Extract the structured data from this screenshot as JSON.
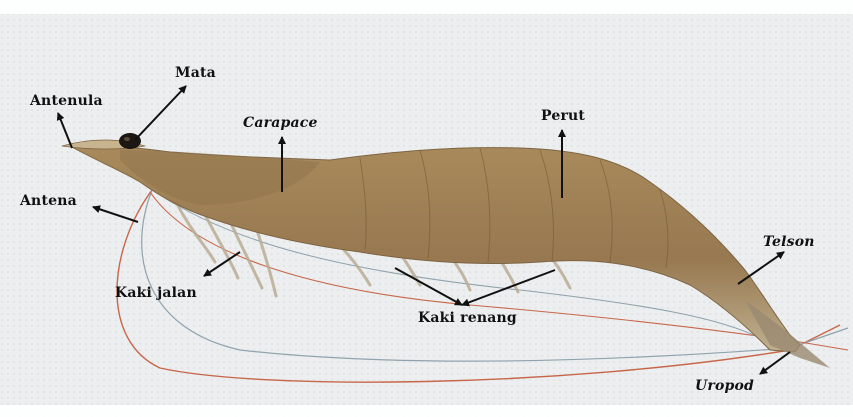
{
  "labels": {
    "antenula": "Antenula",
    "mata": "Mata",
    "carapace": "Carapace",
    "perut": "Perut",
    "antena": "Antena",
    "telson": "Telson",
    "kaki_jalan": "Kaki jalan",
    "kaki_renang": "Kaki renang",
    "uropod": "Uropod"
  },
  "colors": {
    "background": "#e9ebec",
    "body": "#9b7d52",
    "antenna_red": "#c8664a",
    "antenna_blue": "#8fa2ad",
    "arrow": "#111111"
  }
}
